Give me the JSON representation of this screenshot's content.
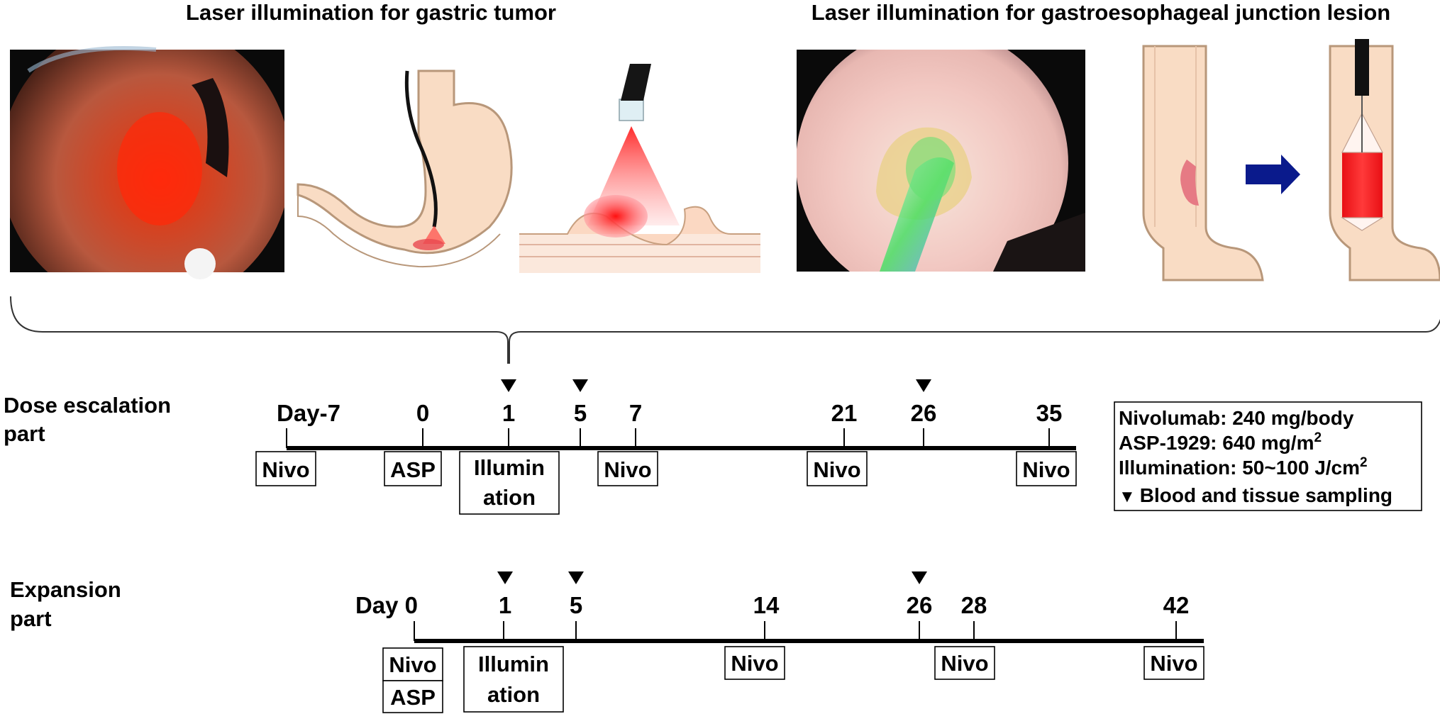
{
  "header": {
    "gastric_title": "Laser illumination for gastric tumor",
    "gej_title": "Laser illumination for gastroesophageal junction lesion"
  },
  "images": {
    "endoscopy_gastric": "endoscopic photo of gastric tumor under red laser illumination",
    "stomach_diagram": "stomach with endoscope illuminating lesion",
    "laser_closeup": "laser probe illuminating tumor on gastric wall",
    "endoscopy_gej": "endoscopic photo of gastroesophageal junction with cylindrical diffuser",
    "esophagus_before": "esophagus with lesion at junction",
    "arrow_color": "#0a1a8c",
    "esophagus_after": "esophagus with cylindrical laser diffuser illuminating lesion"
  },
  "dose_escalation": {
    "label_line1": "Dose escalation",
    "label_line2": "part",
    "ticks": [
      "Day-7",
      "0",
      "1",
      "5",
      "7",
      "21",
      "26",
      "35"
    ],
    "events": {
      "nivo": "Nivo",
      "asp": "ASP",
      "illum_line1": "Illumin",
      "illum_line2": "ation"
    }
  },
  "legend": {
    "nivolumab": "Nivolumab: 240 mg/body",
    "asp_prefix": "ASP-1929: 640 mg/m",
    "illum_prefix": "Illumination: 50~100 J/cm",
    "superscript": "2",
    "sampling_symbol": "▼",
    "sampling": "Blood and tissue sampling"
  },
  "expansion": {
    "label_line1": "Expansion",
    "label_line2": "part",
    "ticks": [
      "Day 0",
      "1",
      "5",
      "14",
      "26",
      "28",
      "42"
    ],
    "events": {
      "nivo": "Nivo",
      "asp": "ASP",
      "illum_line1": "Illumin",
      "illum_line2": "ation"
    }
  },
  "colors": {
    "tumor_red": "#e01818",
    "tissue_peach": "#f9dcc4",
    "tissue_outline": "#b8977a"
  }
}
